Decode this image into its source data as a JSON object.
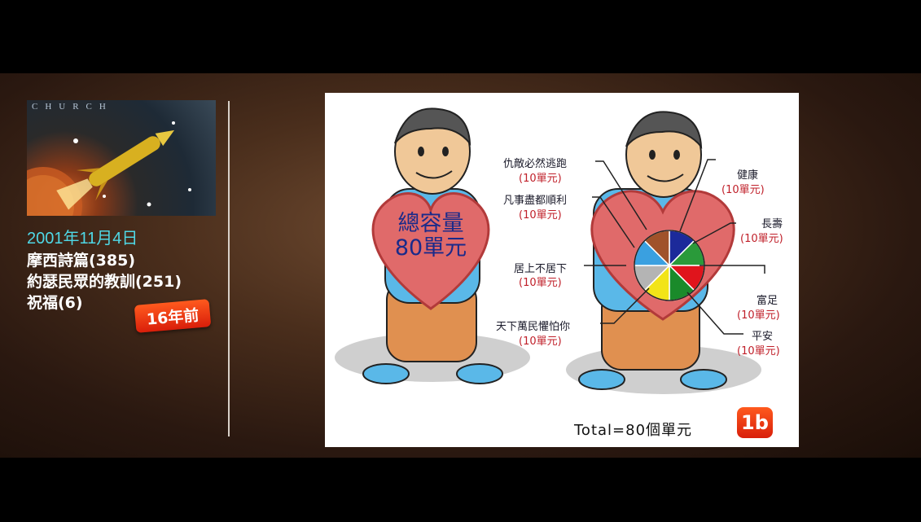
{
  "sidebar": {
    "thumbnail_text": "CHURCH",
    "date": "2001年11月4日",
    "sermons": [
      "摩西詩篇(385)",
      "約瑟民眾的教訓(251)",
      "祝福(6)"
    ],
    "age_badge": "16年前"
  },
  "slide": {
    "heart_title_line1": "總容量",
    "heart_title_line2": "80單元",
    "labels": [
      {
        "text": "仇敵必然逃跑",
        "unit": "(10單元)"
      },
      {
        "text": "凡事盡都順利",
        "unit": "(10單元)"
      },
      {
        "text": "居上不居下",
        "unit": "(10單元)"
      },
      {
        "text": "天下萬民懼怕你",
        "unit": "(10單元)"
      },
      {
        "text": "健康",
        "unit": "(10單元)"
      },
      {
        "text": "長壽",
        "unit": "(10單元)"
      },
      {
        "text": "富足",
        "unit": "(10單元)"
      },
      {
        "text": "平安",
        "unit": "(10單元)"
      }
    ],
    "total": "Total=80個單元",
    "slide_number": "1b"
  },
  "colors": {
    "date": "#4fd8e6",
    "badge": "#e8321a",
    "heart": "#e06a6a",
    "heart_text": "#1a2a8a",
    "unit_text": "#c0202a"
  },
  "chart_data": {
    "type": "pie",
    "categories": [
      "健康",
      "長壽",
      "富足",
      "平安",
      "天下萬民懼怕你",
      "居上不居下",
      "凡事盡都順利",
      "仇敵必然逃跑"
    ],
    "values": [
      10,
      10,
      10,
      10,
      10,
      10,
      10,
      10
    ],
    "colors": [
      "#1c2a9a",
      "#2a9a3a",
      "#e0141c",
      "#1a8a2a",
      "#f2e418",
      "#b4b4b4",
      "#3aa0e0",
      "#a0522a"
    ]
  }
}
